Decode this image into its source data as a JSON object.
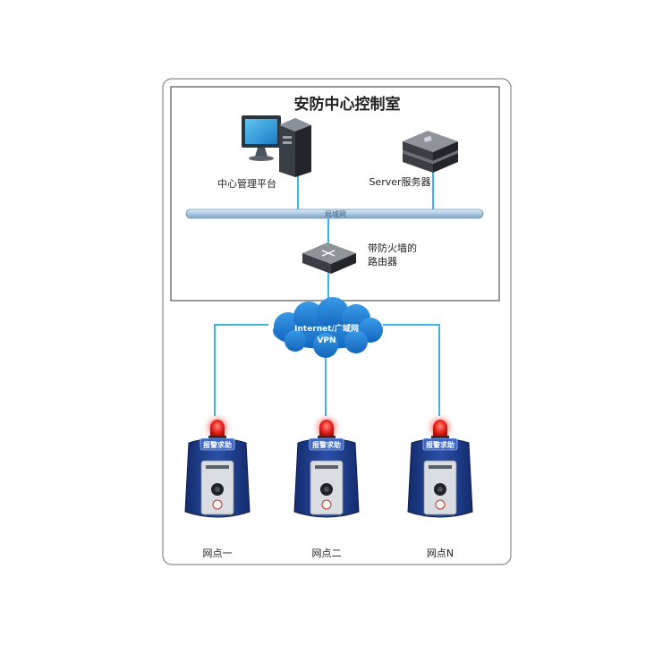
{
  "room": {
    "title": "安防中心控制室",
    "platform_label": "中心管理平台",
    "server_label": "Server服务器",
    "lan_label": "局域网",
    "router_label_line1": "带防火墙的",
    "router_label_line2": "路由器"
  },
  "network": {
    "line1": "Internet/广域网",
    "line2": "VPN"
  },
  "terminals": [
    {
      "label": "网点一",
      "button_text": "报警求助"
    },
    {
      "label": "网点二",
      "button_text": "报警求助"
    },
    {
      "label": "网点N",
      "button_text": "报警求助"
    }
  ],
  "colors": {
    "link_line": "#3bb4e6",
    "cloud": "#1f7fd6",
    "terminal_body": "#1e3d8f",
    "alarm_light": "#e8231e"
  }
}
